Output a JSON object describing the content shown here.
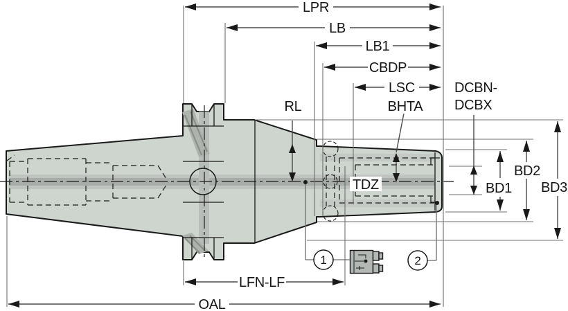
{
  "diagram_title": "Tool holder engineering dimension diagram (side section view)",
  "labels": {
    "lpr": "LPR",
    "lb": "LB",
    "lb1": "LB1",
    "cbdp": "CBDP",
    "lsc": "LSC",
    "bhta": "BHTA",
    "dcbn_line1": "DCBN-",
    "dcbn_line2": "DCBX",
    "rl": "RL",
    "tdz": "TDZ",
    "bd1": "BD1",
    "bd2": "BD2",
    "bd3": "BD3",
    "lfn_lf": "LFN-LF",
    "oal": "OAL"
  },
  "balloons": {
    "b1": "1",
    "b2": "2"
  },
  "colors": {
    "background": "#ffffff",
    "body_fill": "#ced4ce",
    "coolant_band_outer": "#c0c4c0",
    "coolant_band_inner": "#a9ada9",
    "flange_band": "#b9bdb9",
    "hatch_fill": "#aeb3ae",
    "hatch_stroke": "#878d87",
    "nose_band": "#c5c9c5",
    "component_fill": "#b4b8b4",
    "outline_stroke": "#1a1a1a",
    "dimension_line": "#4a4a4a",
    "extension_line": "#6e6e6e",
    "text": "#161616"
  }
}
